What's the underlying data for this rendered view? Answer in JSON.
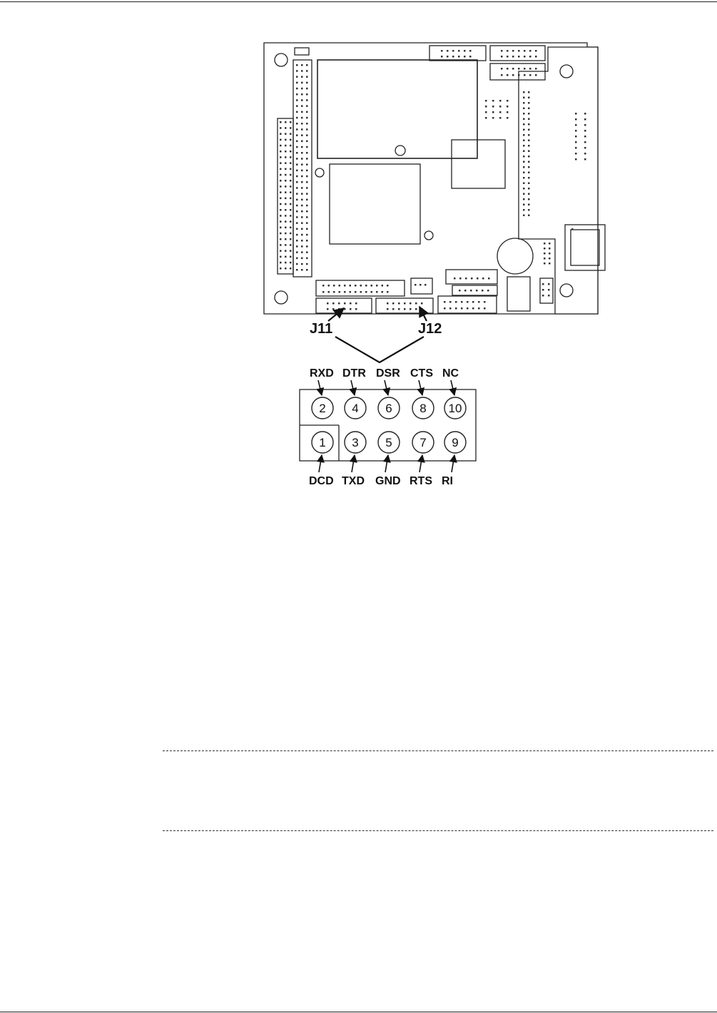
{
  "connectors": {
    "j11": "J11",
    "j12": "J12"
  },
  "pins": [
    {
      "number": "1",
      "signal": "DCD",
      "row": "bottom",
      "col": 0
    },
    {
      "number": "2",
      "signal": "RXD",
      "row": "top",
      "col": 0
    },
    {
      "number": "3",
      "signal": "TXD",
      "row": "bottom",
      "col": 1
    },
    {
      "number": "4",
      "signal": "DTR",
      "row": "top",
      "col": 1
    },
    {
      "number": "5",
      "signal": "GND",
      "row": "bottom",
      "col": 2
    },
    {
      "number": "6",
      "signal": "DSR",
      "row": "top",
      "col": 2
    },
    {
      "number": "7",
      "signal": "RTS",
      "row": "bottom",
      "col": 3
    },
    {
      "number": "8",
      "signal": "CTS",
      "row": "top",
      "col": 3
    },
    {
      "number": "9",
      "signal": "RI",
      "row": "bottom",
      "col": 4
    },
    {
      "number": "10",
      "signal": "NC",
      "row": "top",
      "col": 4
    }
  ]
}
